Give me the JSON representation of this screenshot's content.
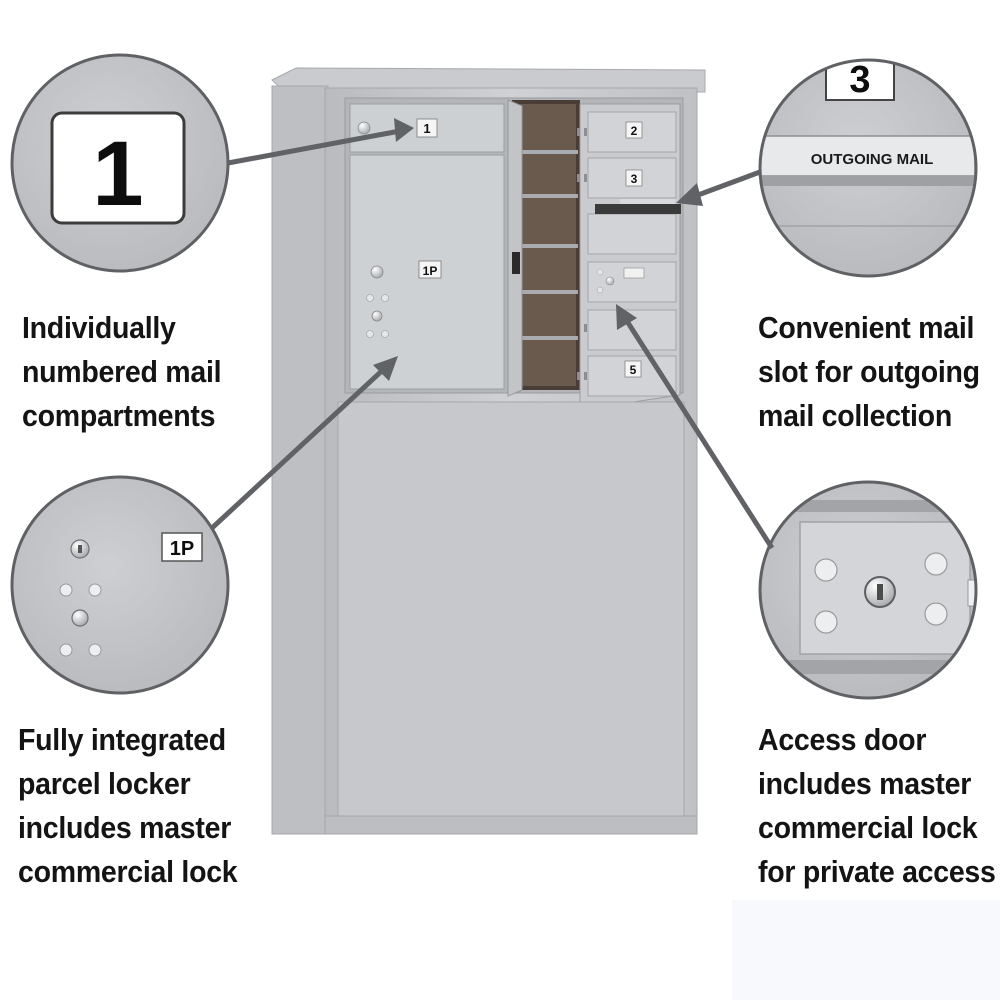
{
  "features": [
    {
      "id": "numbered",
      "lines": [
        "Individually",
        "numbered mail",
        "compartments"
      ]
    },
    {
      "id": "outgoing",
      "lines": [
        "Convenient mail",
        "slot for outgoing",
        "mail collection"
      ]
    },
    {
      "id": "parcel",
      "lines": [
        "Fully integrated",
        "parcel locker",
        "includes master",
        "commercial lock"
      ]
    },
    {
      "id": "access",
      "lines": [
        "Access door",
        "includes master",
        "commercial lock",
        "for private access"
      ]
    }
  ],
  "zoom_labels": {
    "compartment_number": "1",
    "outgoing_number": "3",
    "outgoing_slot": "OUTGOING MAIL",
    "parcel_tag": "1P"
  },
  "unit_labels": {
    "door_1": "1",
    "door_2": "2",
    "door_3": "3",
    "door_5": "5",
    "parcel": "1P"
  },
  "colors": {
    "metal": "#c4c6c9",
    "metal_light": "#d4d6d9",
    "metal_dark": "#a9abaf",
    "arrow": "#606266",
    "text": "#141414"
  }
}
